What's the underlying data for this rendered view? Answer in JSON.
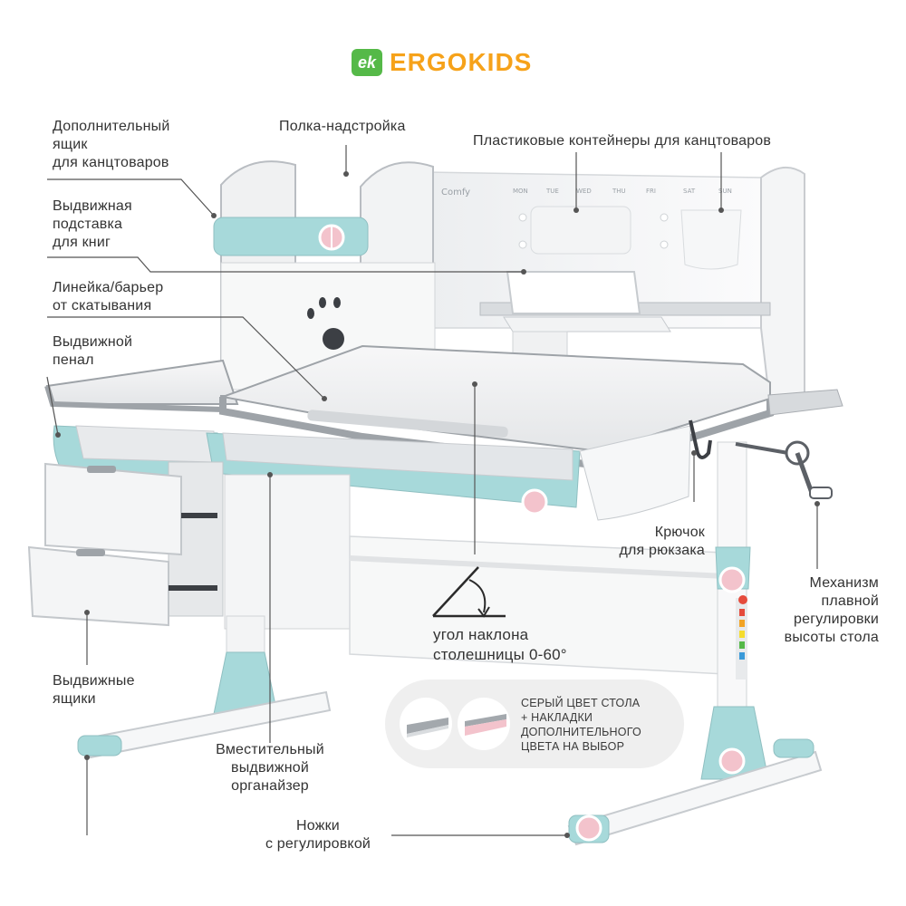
{
  "brand": {
    "badge": "ek",
    "name": "ERGOKIDS"
  },
  "colors": {
    "accent_blue": "#a7d9da",
    "accent_pink": "#f3c3cc",
    "desk_gray": "#9ea3a8",
    "desk_white": "#f1f2f3",
    "brand_green": "#55b948",
    "brand_orange": "#f6a21a"
  },
  "labels": {
    "extra_box": [
      "Дополнительный",
      "ящик",
      "для канцтоваров"
    ],
    "top_shelf": "Полка-надстройка",
    "plastic_containers": "Пластиковые контейнеры для канцтоваров",
    "book_stand": [
      "Выдвижная",
      "подставка",
      "для книг"
    ],
    "ruler": [
      "Линейка/барьер",
      "от скатывания"
    ],
    "pencil_case": [
      "Выдвижной",
      "пенал"
    ],
    "hook": [
      "Крючок",
      "для рюкзака"
    ],
    "height_mechanism": [
      "Механизм",
      "плавной",
      "регулировки",
      "высоты стола"
    ],
    "tilt_angle": [
      "угол наклона",
      "столешницы 0-60°"
    ],
    "drawers": [
      "Выдвижные",
      "ящики"
    ],
    "organizer": [
      "Вместительный",
      "выдвижной",
      "органайзер"
    ],
    "legs": [
      "Ножки",
      "с регулировкой"
    ]
  },
  "color_note": [
    "Серый цвет стола",
    "+ накладки",
    "дополнительного",
    "цвета на выбор"
  ],
  "calendar_days": [
    "MON",
    "TUE",
    "WED",
    "THU",
    "FRI",
    "SAT",
    "SUN"
  ],
  "panel_logo": "Comfy"
}
